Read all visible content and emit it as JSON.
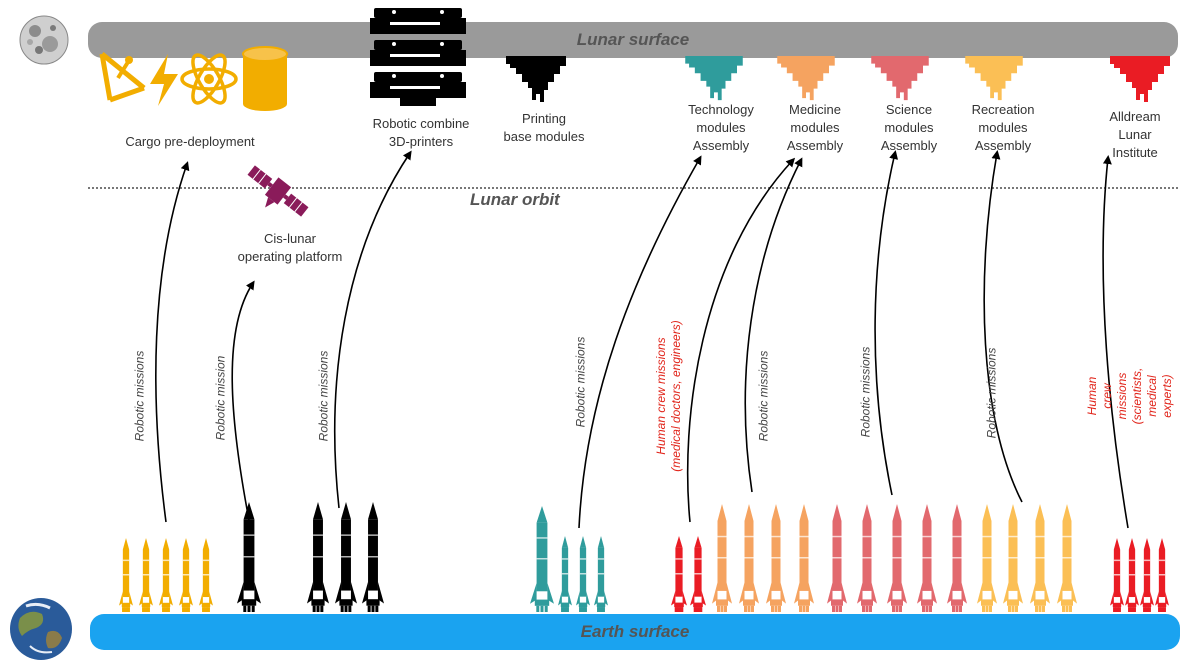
{
  "surfaces": {
    "lunar_surface": "Lunar surface",
    "lunar_orbit": "Lunar orbit",
    "earth_surface": "Earth surface"
  },
  "destinations": {
    "cargo": "Cargo pre-deployment",
    "printers": "Robotic combine\n3D-printers",
    "printing": "Printing\nbase modules",
    "technology": "Technology\nmodules\nAssembly",
    "medicine": "Medicine\nmodules\nAssembly",
    "science": "Science\nmodules\nAssembly",
    "recreation": "Recreation\nmodules\nAssembly",
    "institute": "Alldream\nLunar\nInstitute",
    "platform": "Cis-lunar\noperating platform"
  },
  "missions": {
    "m1": "Robotic missions",
    "m2": "Robotic mission",
    "m3": "Robotic missions",
    "m4": "Robotic missions",
    "m5": "Human crew missions\n(medical doctors, engineers)",
    "m6": "Robotic missions",
    "m7": "Robotic missions",
    "m8": "Robotic missions",
    "m9": "Human crew missions\n(scientists, medical experts)"
  },
  "colors": {
    "lunar_bar": "#9a9a9a",
    "earth_bar": "#1aa3f0",
    "cargo": "#f2ad00",
    "robotic": "#000000",
    "technology": "#2f9c9c",
    "human": "#ea1c24",
    "medicine": "#f5a360",
    "science": "#e2696e",
    "recreation": "#fbbf55",
    "platform": "#8a1b5a",
    "human_text": "#e1261c"
  },
  "icons": [
    "moon-icon",
    "earth-icon",
    "satellite-dish-icon",
    "lightning-icon",
    "atom-icon",
    "cylinder-icon",
    "printer-icon",
    "satellite-icon",
    "module-icon",
    "rocket-icon"
  ]
}
